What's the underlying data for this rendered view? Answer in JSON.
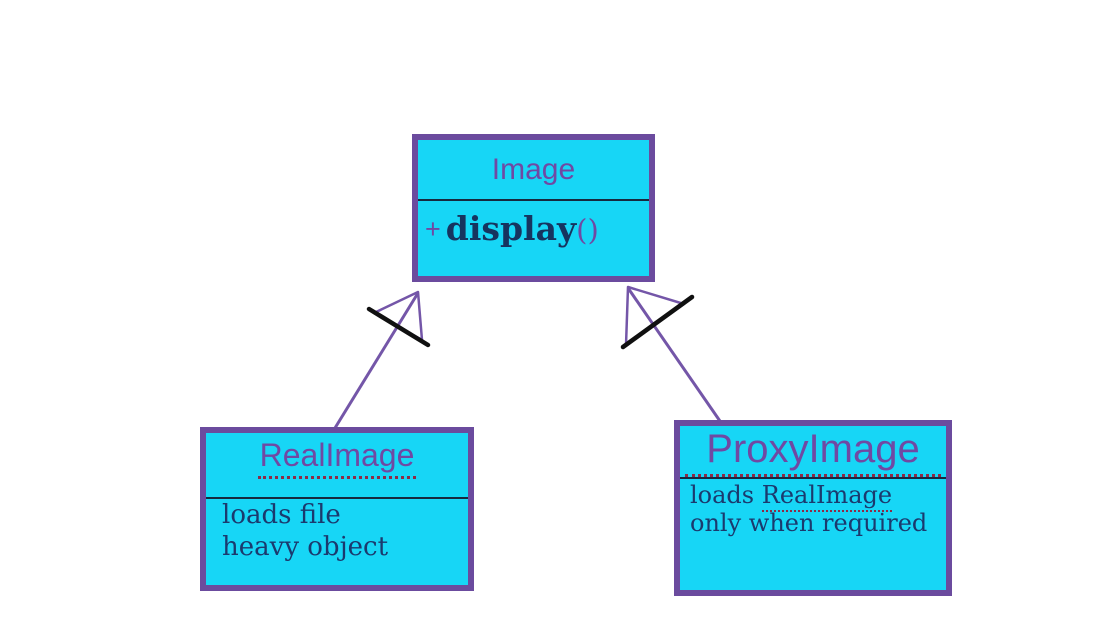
{
  "diagram": {
    "classes": {
      "image": {
        "title": "Image",
        "method": {
          "visibility": "+",
          "name": "display",
          "parens": "()"
        }
      },
      "real_image": {
        "title": "RealImage",
        "lines": [
          "loads file",
          "heavy object"
        ]
      },
      "proxy_image": {
        "title": "ProxyImage",
        "line1_prefix": "loads ",
        "line1_term": "RealImage",
        "line2": "only when required"
      }
    },
    "relations": [
      {
        "from": "RealImage",
        "to": "Image",
        "type": "inheritance"
      },
      {
        "from": "ProxyImage",
        "to": "Image",
        "type": "inheritance"
      }
    ],
    "colors": {
      "box_fill": "#17d6f6",
      "box_border": "#6b4b9e",
      "title_text": "#7049a3",
      "body_text": "#1b3a6e",
      "method_text": "#16345f",
      "underline": "#8d2b47",
      "divider": "#16293f",
      "arrow": "#7456a8",
      "tick": "#101010",
      "background": "#ffffff"
    }
  }
}
